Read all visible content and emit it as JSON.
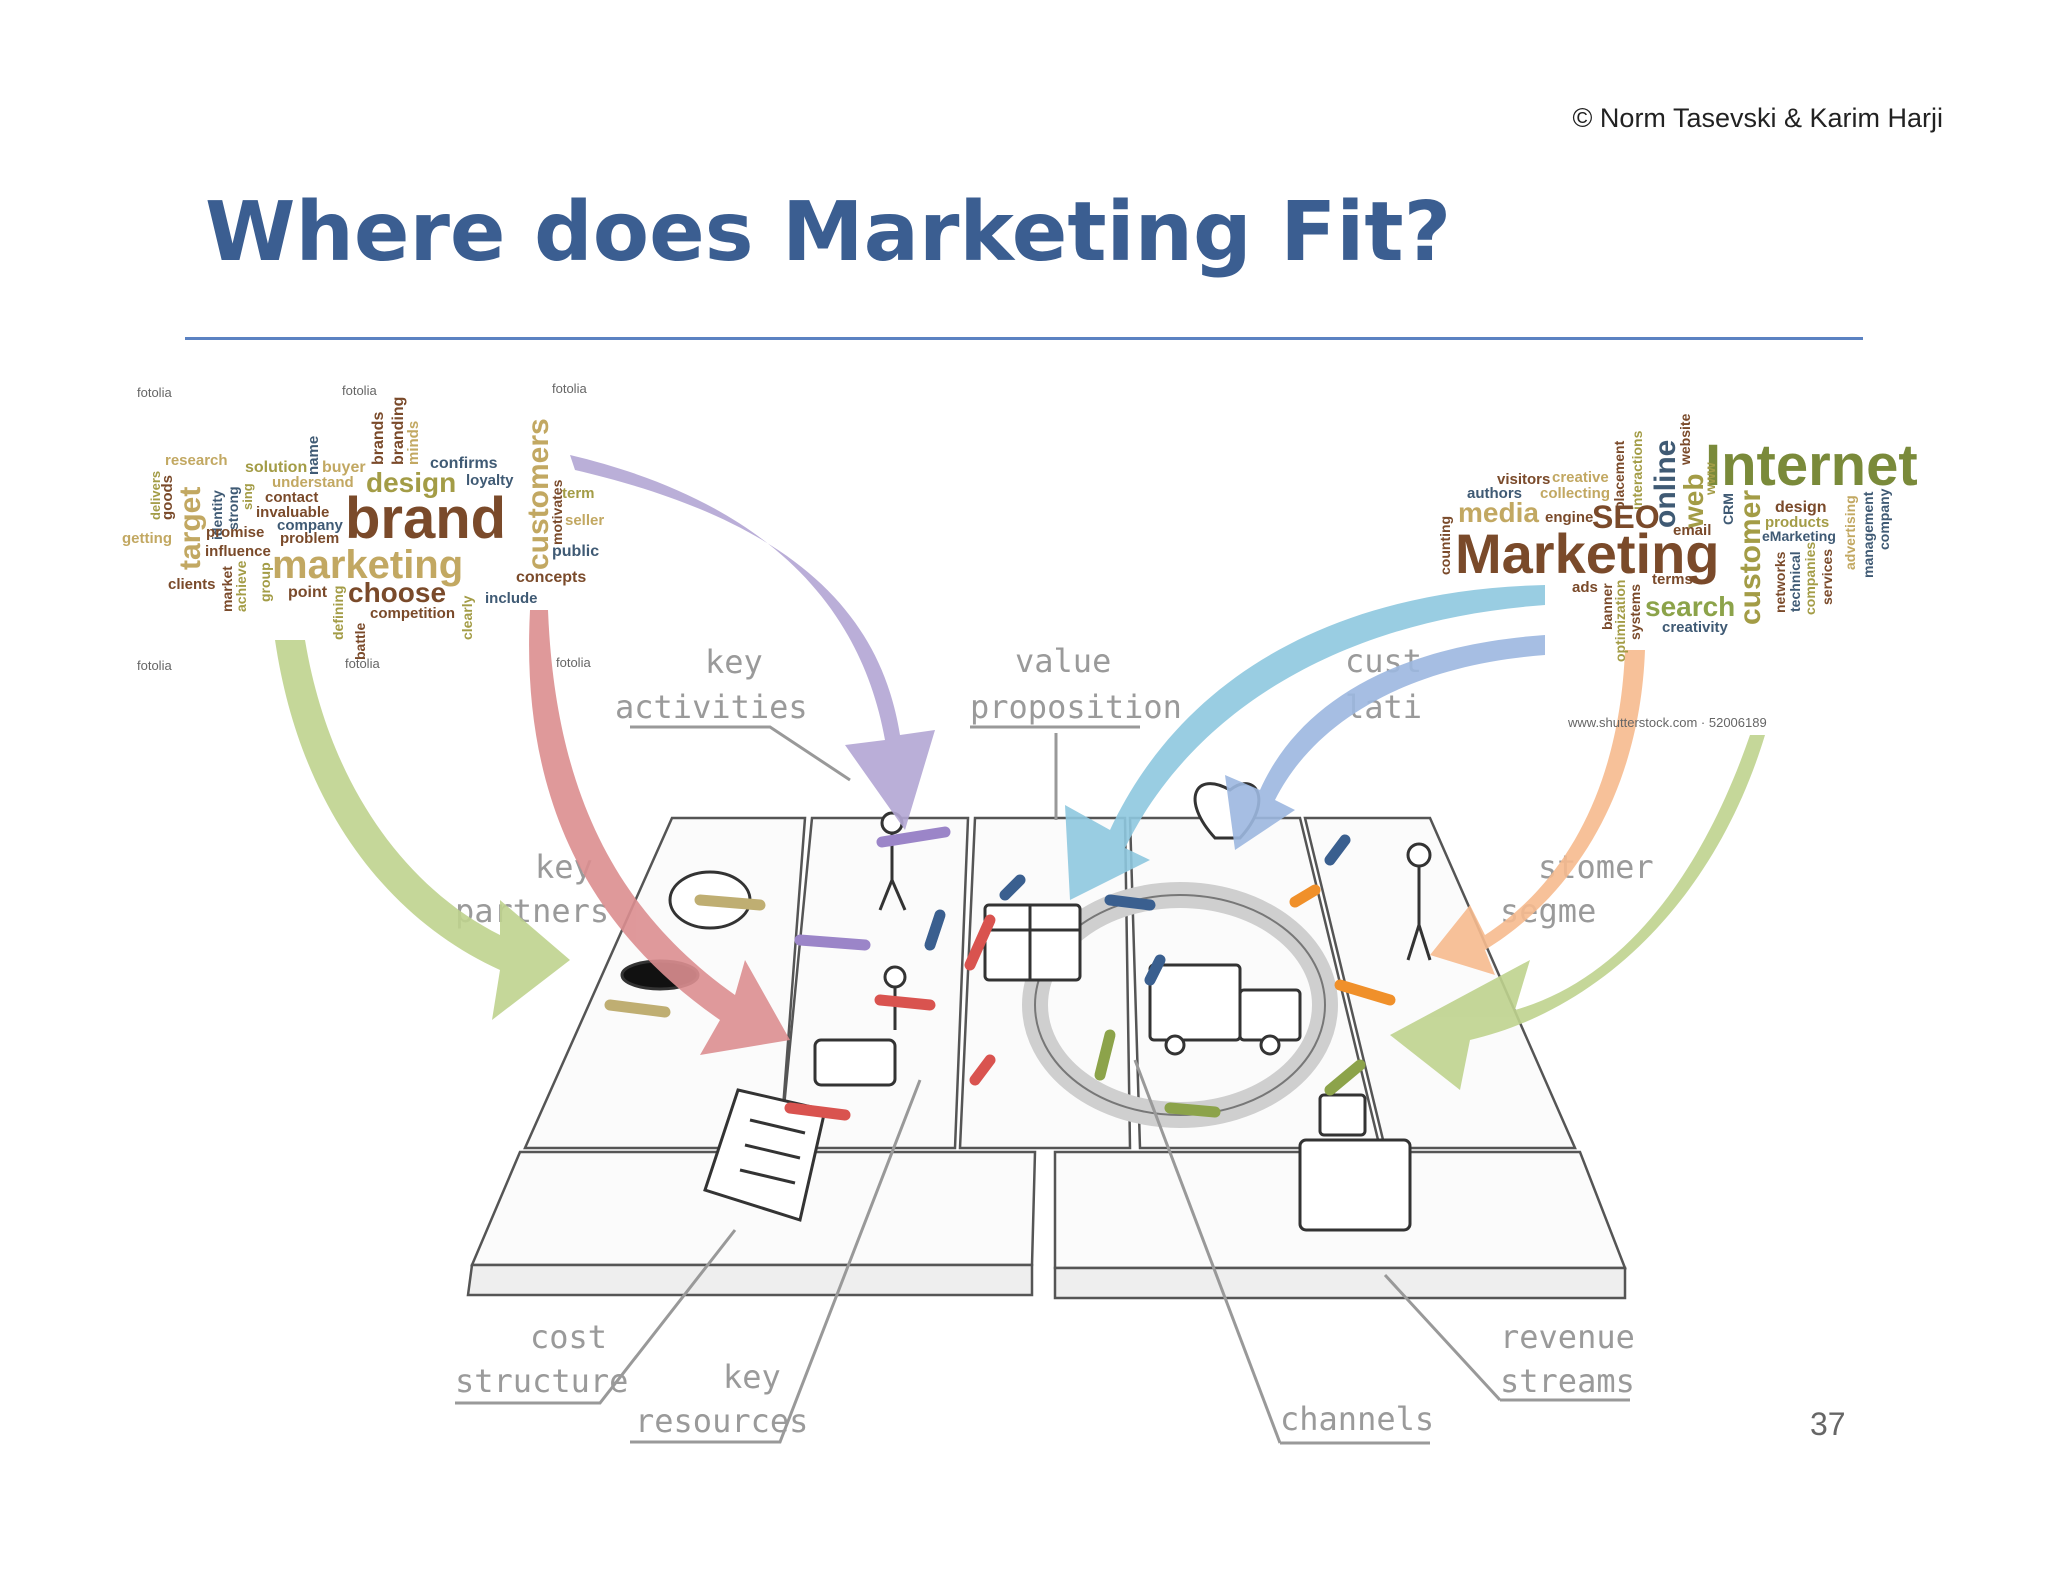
{
  "header": {
    "copyright": "© Norm Tasevski & Karim Harji",
    "title": "Where does Marketing Fit?"
  },
  "page_number": "37",
  "canvas_labels": {
    "key_activities": [
      "key",
      "activities"
    ],
    "value_proposition": [
      "value",
      "proposition"
    ],
    "customer_relationships": [
      "cust",
      "lati"
    ],
    "key_partners": [
      "key",
      "partners"
    ],
    "customer_segments": [
      "stomer",
      "segme"
    ],
    "cost_structure": [
      "cost",
      "structure"
    ],
    "key_resources": [
      "key",
      "resources"
    ],
    "channels": "channels",
    "revenue_streams": [
      "revenue",
      "streams"
    ]
  },
  "left_word_cloud": {
    "watermark": "fotolia",
    "words": [
      "research",
      "solution",
      "buyer",
      "name",
      "brands",
      "branding",
      "minds",
      "confirms",
      "loyalty",
      "customers",
      "term",
      "motivates",
      "design",
      "understand",
      "contact",
      "target",
      "goods",
      "identity",
      "strong",
      "sing",
      "invaluable",
      "company",
      "brand",
      "seller",
      "promise",
      "problem",
      "public",
      "getting",
      "delivers",
      "influence",
      "marketing",
      "achieve",
      "market",
      "group",
      "concepts",
      "clients",
      "point",
      "choose",
      "include",
      "competition",
      "defining",
      "battle",
      "clearly"
    ]
  },
  "right_word_cloud": {
    "watermark": "www.shutterstock.com · 52006189",
    "words": [
      "visitors",
      "creative",
      "placement",
      "interactions",
      "website",
      "Internet",
      "authors",
      "collecting",
      "online",
      "web",
      "www",
      "media",
      "engine",
      "SEO",
      "email",
      "CRM",
      "design",
      "products",
      "advertising",
      "management",
      "company",
      "counting",
      "Marketing",
      "customer",
      "eMarketing",
      "terms",
      "ads",
      "banner",
      "optimization",
      "systems",
      "search",
      "creativity",
      "networks",
      "technical",
      "companies",
      "services"
    ]
  },
  "colors": {
    "title": "#3b5e91",
    "rule": "#5b82c2",
    "arrow_purple": "#b3a6d4",
    "arrow_red": "#dc8e90",
    "arrow_green": "#bfd38e",
    "arrow_blue": "#8ec8df",
    "arrow_lightblue": "#9db8e0",
    "arrow_orange": "#f7bb8f",
    "cloud_brown": "#7a4a2a",
    "cloud_olive": "#a39c46",
    "cloud_slate": "#3f5a74",
    "cloud_tan": "#c2a862"
  }
}
